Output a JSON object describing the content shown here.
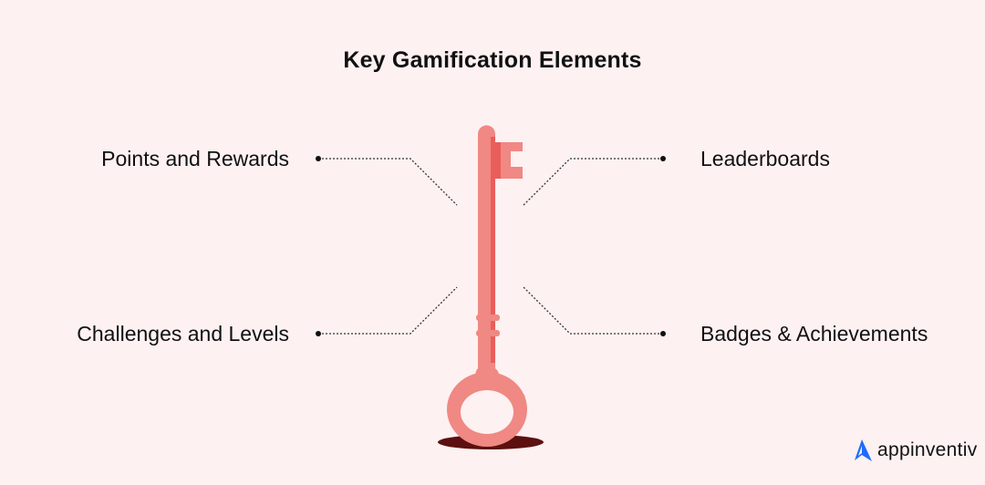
{
  "title": "Key Gamification Elements",
  "elements": [
    {
      "label": "Points and Rewards",
      "position": "top-left"
    },
    {
      "label": "Leaderboards",
      "position": "top-right"
    },
    {
      "label": "Challenges and Levels",
      "position": "bottom-left"
    },
    {
      "label": "Badges & Achievements",
      "position": "bottom-right"
    }
  ],
  "illustration": {
    "icon": "key-icon",
    "colors": {
      "key": "#f08884",
      "key_shade": "#e85e5a",
      "shadow": "#5c1010",
      "background": "#fdf1f1"
    }
  },
  "brand": {
    "name": "appinventiv",
    "icon": "appinventiv-logo-icon",
    "color": "#1f6bff"
  }
}
